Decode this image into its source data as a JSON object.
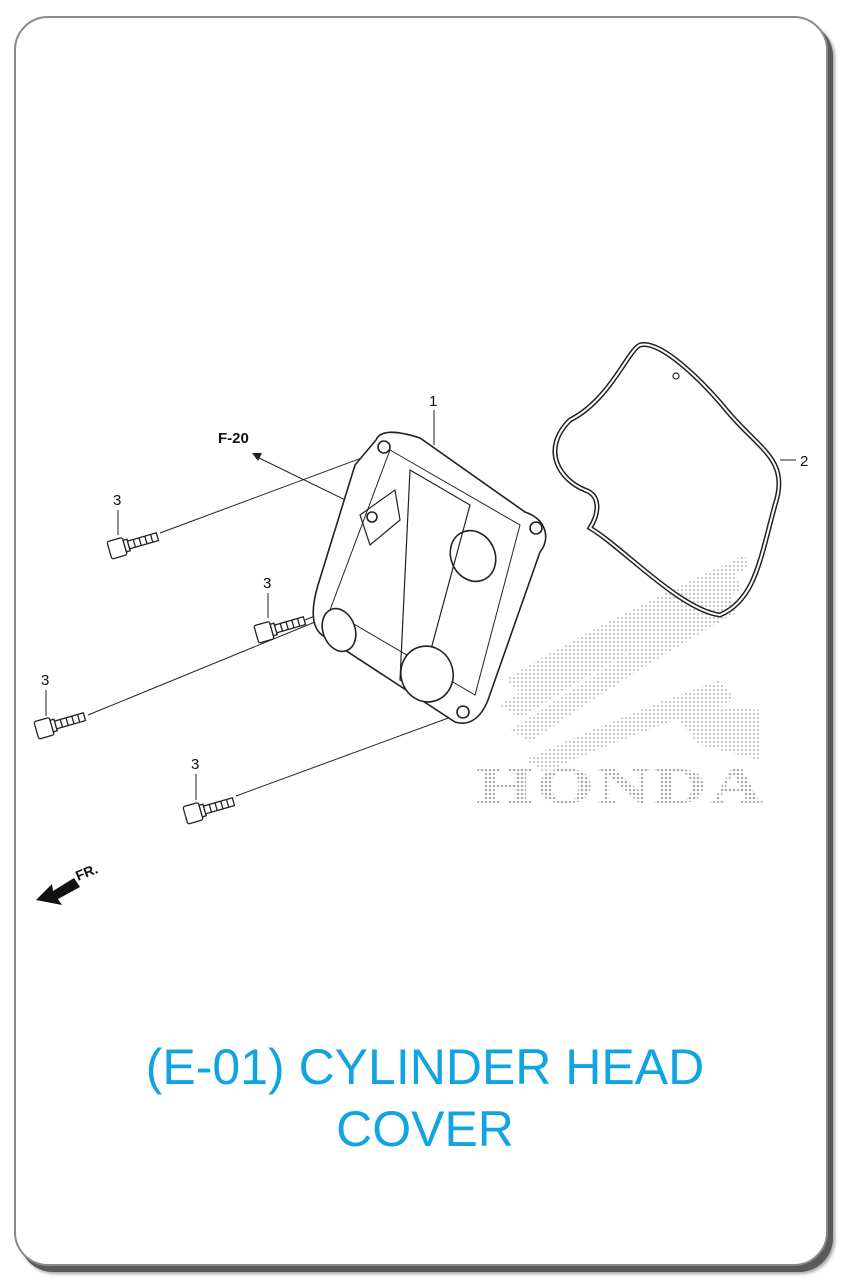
{
  "diagram": {
    "callouts": [
      {
        "id": "cover",
        "label": "1"
      },
      {
        "id": "gasket",
        "label": "2"
      },
      {
        "id": "bolt-a",
        "label": "3"
      },
      {
        "id": "bolt-b",
        "label": "3"
      },
      {
        "id": "bolt-c",
        "label": "3"
      },
      {
        "id": "bolt-d",
        "label": "3"
      }
    ],
    "reference": "F-20",
    "direction_label": "FR.",
    "watermark_brand": "HONDA"
  },
  "title": {
    "line1": "(E-01) CYLINDER HEAD",
    "line2": "COVER"
  },
  "colors": {
    "title": "#12a4e0",
    "frame_shadow": "#5a5a5a",
    "watermark": "#b5b5b5"
  },
  "icons": {
    "front_arrow": "arrow-left-down-icon",
    "wing_logo": "honda-wing-logo"
  }
}
